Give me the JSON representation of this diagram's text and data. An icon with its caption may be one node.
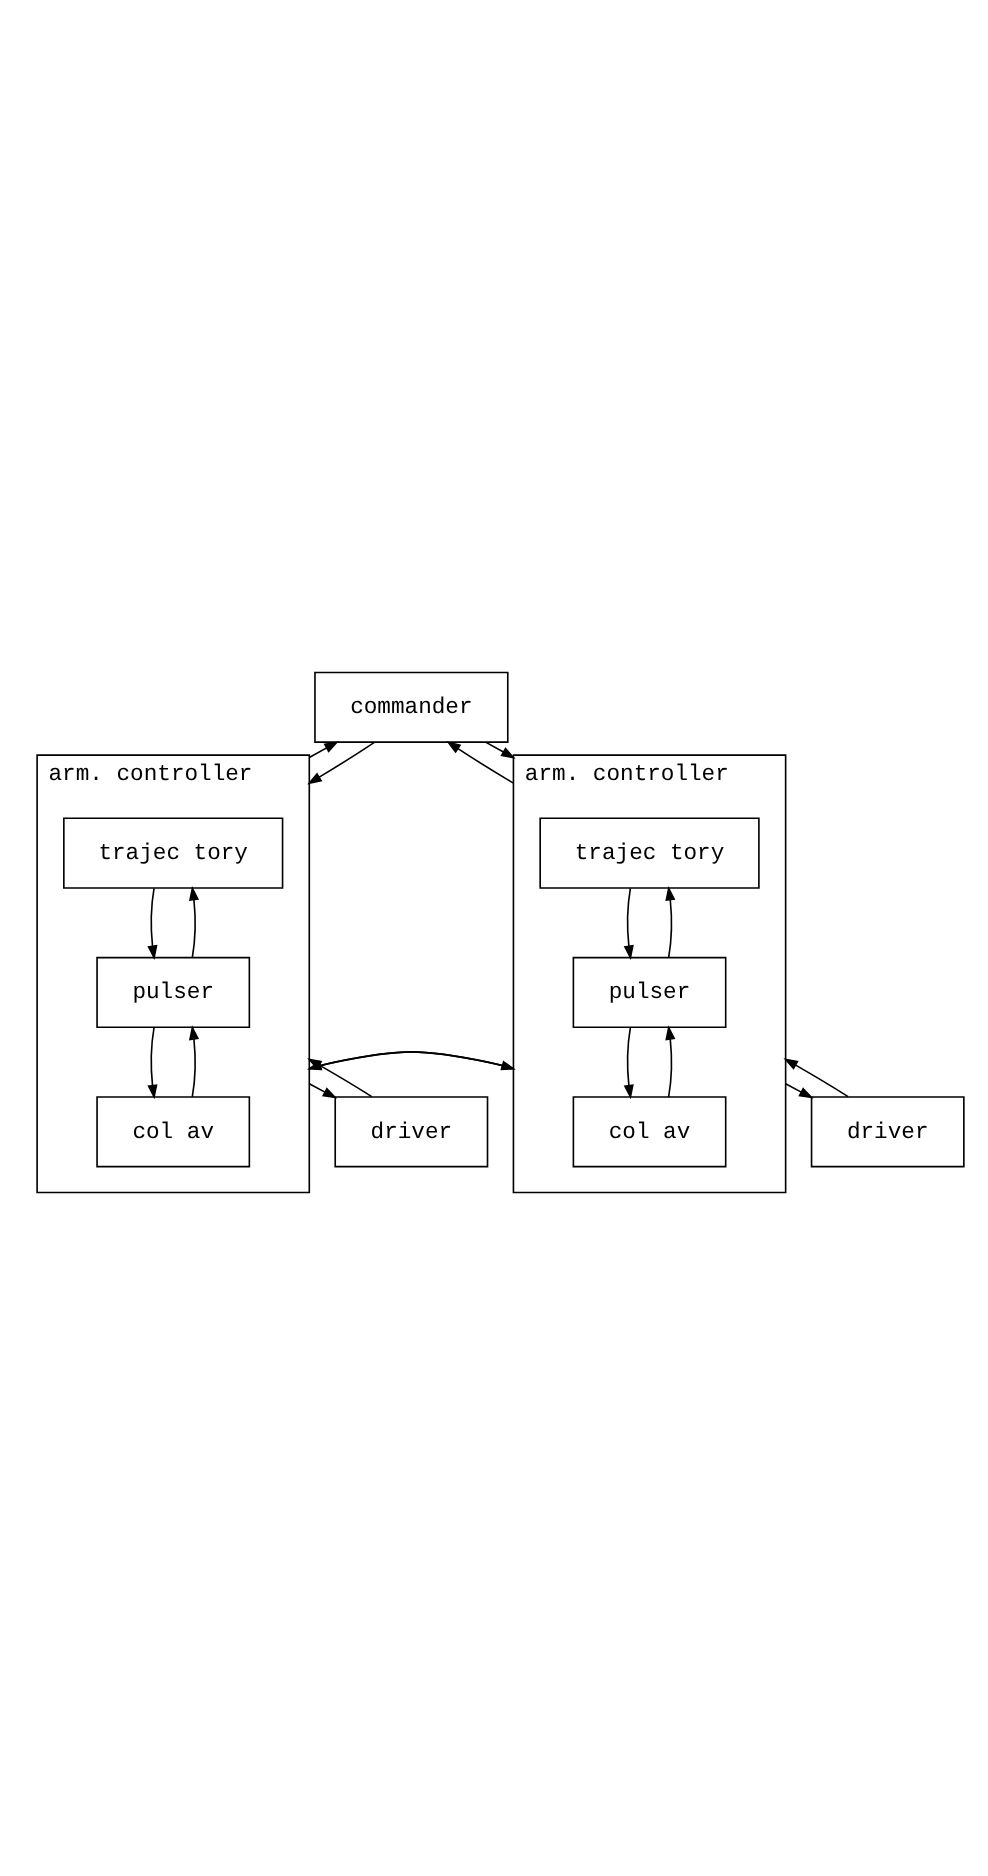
{
  "diagram": {
    "nodes": [
      {
        "text": [
          "commander"
        ]
      },
      {
        "text": [
          "arm. controller"
        ]
      },
      {
        "text": [
          "trajec tory"
        ],
        "in": 1
      },
      {
        "text": [
          "col av"
        ],
        "in": 1
      },
      {
        "text": [
          "pulser"
        ],
        "in": 1
      },
      {
        "text": [
          "arm. controller"
        ]
      },
      {
        "text": [
          "trajec tory"
        ],
        "in": 5
      },
      {
        "text": [
          "col av"
        ],
        "in": 5
      },
      {
        "text": [
          "pulser"
        ],
        "in": 5
      },
      {
        "text": [
          "driver"
        ]
      },
      {
        "text": [
          "driver"
        ]
      }
    ],
    "edges": [
      {
        "from": 0,
        "to": 1,
        "arrow": "to"
      },
      {
        "from": 1,
        "to": 0,
        "arrow": "to"
      },
      {
        "from": 0,
        "to": 5,
        "arrow": "to"
      },
      {
        "from": 5,
        "to": 0,
        "arrow": "to"
      },
      {
        "from": 2,
        "to": 4,
        "arrow": "to"
      },
      {
        "from": 4,
        "to": 2,
        "arrow": "to"
      },
      {
        "from": 3,
        "to": 4,
        "arrow": "to"
      },
      {
        "from": 4,
        "to": 3,
        "arrow": "to"
      },
      {
        "from": 1,
        "to": 5,
        "arrow": "to"
      },
      {
        "from": 5,
        "to": 1,
        "arrow": "to"
      },
      {
        "from": 6,
        "to": 8,
        "arrow": "to"
      },
      {
        "from": 8,
        "to": 6,
        "arrow": "to"
      },
      {
        "from": 7,
        "to": 8,
        "arrow": "to"
      },
      {
        "from": 8,
        "to": 7,
        "arrow": "to"
      },
      {
        "from": 1,
        "to": 9,
        "arrow": "to"
      },
      {
        "from": 9,
        "to": 1,
        "arrow": "to"
      },
      {
        "from": 5,
        "to": 10,
        "arrow": "to"
      },
      {
        "from": 10,
        "to": 5,
        "arrow": "to"
      }
    ]
  }
}
